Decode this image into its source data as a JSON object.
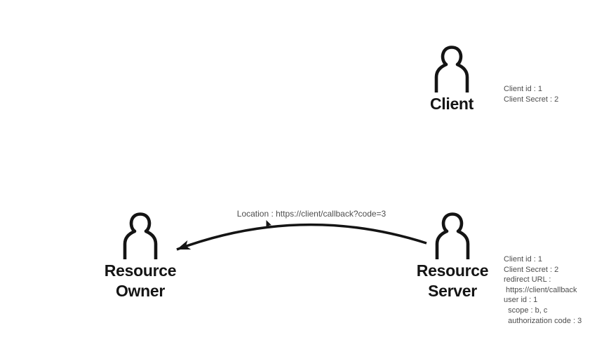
{
  "colors": {
    "ink": "#141414",
    "note_text": "#4d4d4d",
    "background": "#ffffff"
  },
  "icons": {
    "actor_icon": "person-icon",
    "pointer_icon": "mouse-cursor-icon"
  },
  "actors": {
    "client": {
      "label": "Client",
      "notes": [
        "Client id : 1",
        "Client Secret : 2"
      ]
    },
    "resource_owner": {
      "label": "Resource Owner",
      "notes": []
    },
    "resource_server": {
      "label": "Resource Server",
      "notes": [
        "Client id : 1",
        "Client Secret : 2",
        "redirect URL :",
        " https://client/callback",
        "user id : 1",
        "  scope : b, c",
        "  authorization code : 3"
      ]
    }
  },
  "flow": {
    "arrow_label": "Location : https://client/callback?code=3",
    "from": "Resource Server",
    "to": "Resource Owner"
  }
}
